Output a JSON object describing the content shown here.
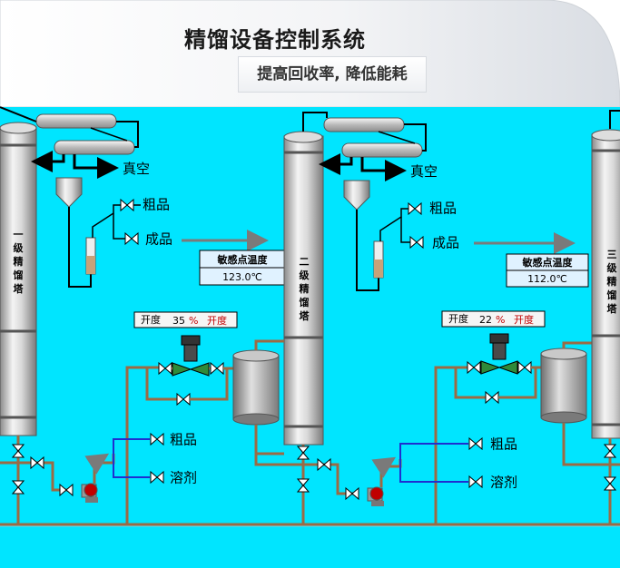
{
  "header": {
    "title": "精馏设备控制系统",
    "subtitle": "提高回收率, 降低能耗"
  },
  "towers": [
    {
      "label_chars": [
        "一",
        "级",
        "精",
        "馏",
        "塔"
      ]
    },
    {
      "label_chars": [
        "二",
        "级",
        "精",
        "馏",
        "塔"
      ]
    },
    {
      "label_chars": [
        "三",
        "级",
        "精",
        "馏",
        "塔"
      ]
    }
  ],
  "units": [
    {
      "vacuum_label": "真空",
      "crude_label": "粗品",
      "product_label": "成品",
      "sensor_title": "敏感点温度",
      "sensor_value": "123.0℃",
      "opening_label": "开度",
      "opening_value": "35",
      "opening_unit": "%",
      "opening_suffix": "开度",
      "feed_crude_label": "粗品",
      "feed_solvent_label": "溶剂"
    },
    {
      "vacuum_label": "真空",
      "crude_label": "粗品",
      "product_label": "成品",
      "sensor_title": "敏感点温度",
      "sensor_value": "112.0℃",
      "opening_label": "开度",
      "opening_value": "22",
      "opening_unit": "%",
      "opening_suffix": "开度",
      "feed_crude_label": "粗品",
      "feed_solvent_label": "溶剂"
    }
  ],
  "colors": {
    "background": "#00e5ff",
    "pipe_brown": "#9b6a44",
    "pipe_blue": "#1f2fd0",
    "vessel_gray": "#b0b0b0"
  }
}
